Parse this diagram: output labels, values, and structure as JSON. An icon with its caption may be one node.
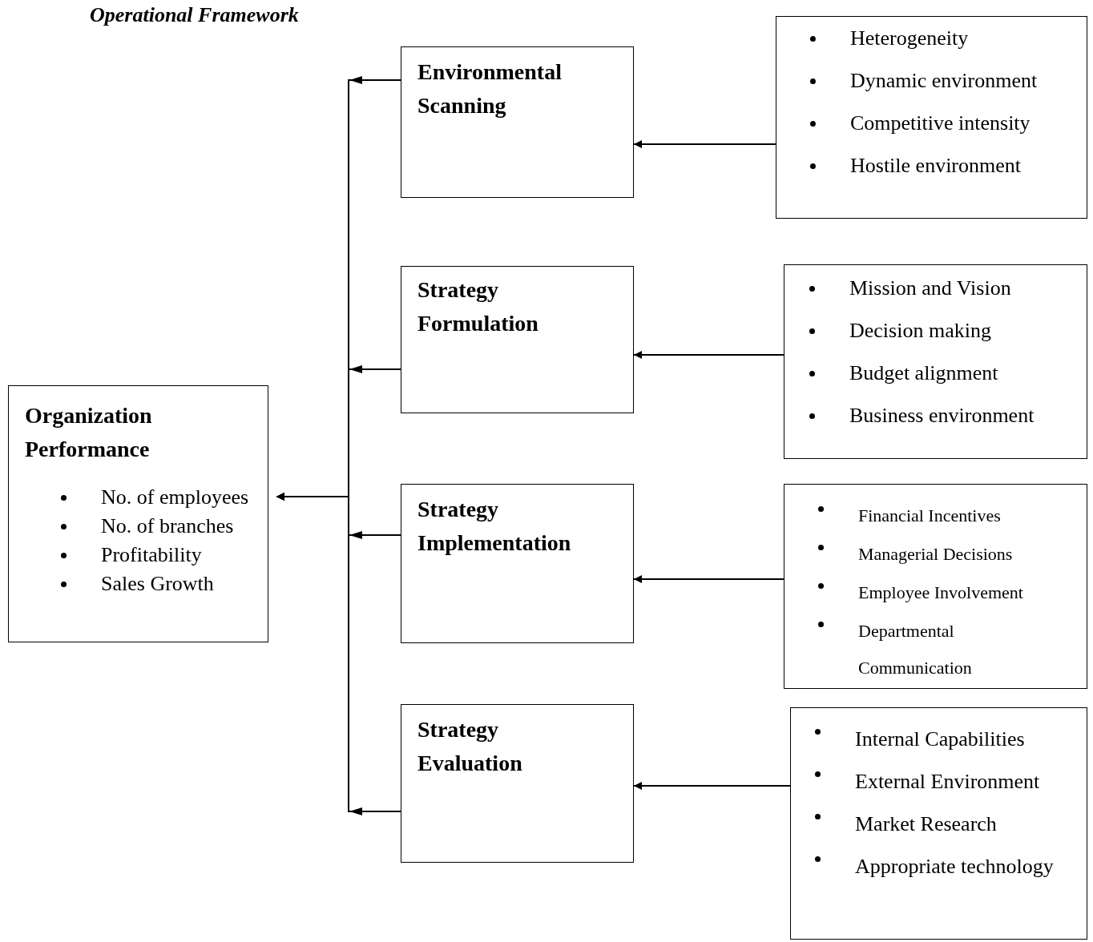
{
  "diagram": {
    "title": "Operational Framework",
    "nodes": [
      {
        "text": [
          "Organization Performance",
          "No. of employees",
          "No. of branches",
          "Profitability",
          "Sales Growth"
        ]
      },
      {
        "text": [
          "Environmental Scanning"
        ]
      },
      {
        "text": [
          "Strategy Formulation"
        ]
      },
      {
        "text": [
          "Strategy Implementation"
        ]
      },
      {
        "text": [
          "Strategy Evaluation"
        ]
      },
      {
        "text": [
          "Heterogeneity",
          "Dynamic environment",
          "Competitive intensity",
          "Hostile environment"
        ]
      },
      {
        "text": [
          "Mission and Vision",
          "Decision making",
          "Budget alignment",
          "Business environment"
        ]
      },
      {
        "text": [
          "Financial Incentives",
          "Managerial Decisions",
          "Employee Involvement",
          "Departmental Communication"
        ]
      },
      {
        "text": [
          "Internal Capabilities",
          "External Environment",
          "Market Research",
          "Appropriate technology"
        ]
      }
    ],
    "edges": [
      {
        "from": 5,
        "to": 1,
        "arrow": "to"
      },
      {
        "from": 6,
        "to": 2,
        "arrow": "to"
      },
      {
        "from": 7,
        "to": 3,
        "arrow": "to"
      },
      {
        "from": 8,
        "to": 4,
        "arrow": "to"
      },
      {
        "from": 1,
        "to": 0,
        "arrow": "to"
      },
      {
        "from": 2,
        "to": 0,
        "arrow": "to"
      },
      {
        "from": 3,
        "to": 0,
        "arrow": "to"
      },
      {
        "from": 4,
        "to": 0,
        "arrow": "to"
      }
    ]
  }
}
